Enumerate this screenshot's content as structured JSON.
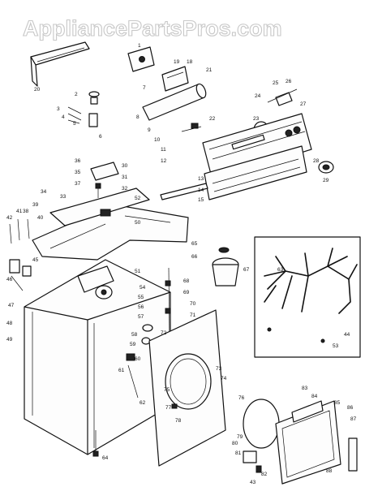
{
  "watermark": "AppliancePartsPros.com",
  "callouts": [
    {
      "id": "c1",
      "text": "20"
    },
    {
      "id": "c2",
      "text": "1"
    },
    {
      "id": "c3",
      "text": "19"
    },
    {
      "id": "c4",
      "text": "18"
    },
    {
      "id": "c5",
      "text": "21"
    },
    {
      "id": "c6",
      "text": "7"
    },
    {
      "id": "c7",
      "text": "2"
    },
    {
      "id": "c8",
      "text": "3"
    },
    {
      "id": "c9",
      "text": "4"
    },
    {
      "id": "c10",
      "text": "5"
    },
    {
      "id": "c11",
      "text": "6"
    },
    {
      "id": "c12",
      "text": "8"
    },
    {
      "id": "c13",
      "text": "9"
    },
    {
      "id": "c14",
      "text": "10"
    },
    {
      "id": "c15",
      "text": "11"
    },
    {
      "id": "c16",
      "text": "22"
    },
    {
      "id": "c17",
      "text": "24"
    },
    {
      "id": "c18",
      "text": "25"
    },
    {
      "id": "c19",
      "text": "26"
    },
    {
      "id": "c20",
      "text": "27"
    },
    {
      "id": "c21",
      "text": "23"
    },
    {
      "id": "c22",
      "text": "28"
    },
    {
      "id": "c23",
      "text": "29"
    },
    {
      "id": "c24",
      "text": "12"
    },
    {
      "id": "c25",
      "text": "13"
    },
    {
      "id": "c26",
      "text": "14"
    },
    {
      "id": "c27",
      "text": "15"
    },
    {
      "id": "c28",
      "text": "36"
    },
    {
      "id": "c29",
      "text": "35"
    },
    {
      "id": "c30",
      "text": "37"
    },
    {
      "id": "c31",
      "text": "30"
    },
    {
      "id": "c32",
      "text": "31"
    },
    {
      "id": "c33",
      "text": "32"
    },
    {
      "id": "c34",
      "text": "34"
    },
    {
      "id": "c35",
      "text": "39"
    },
    {
      "id": "c36",
      "text": "38"
    },
    {
      "id": "c37",
      "text": "33"
    },
    {
      "id": "c38",
      "text": "42"
    },
    {
      "id": "c39",
      "text": "41"
    },
    {
      "id": "c40",
      "text": "40"
    },
    {
      "id": "c41",
      "text": "45"
    },
    {
      "id": "c42",
      "text": "46"
    },
    {
      "id": "c43",
      "text": "47"
    },
    {
      "id": "c44",
      "text": "48"
    },
    {
      "id": "c45",
      "text": "49"
    },
    {
      "id": "c46",
      "text": "50"
    },
    {
      "id": "c47",
      "text": "52"
    },
    {
      "id": "c48",
      "text": "54"
    },
    {
      "id": "c49",
      "text": "55"
    },
    {
      "id": "c50",
      "text": "56"
    },
    {
      "id": "c51",
      "text": "57"
    },
    {
      "id": "c52",
      "text": "58"
    },
    {
      "id": "c53",
      "text": "59"
    },
    {
      "id": "c54",
      "text": "60"
    },
    {
      "id": "c55",
      "text": "61"
    },
    {
      "id": "c56",
      "text": "62"
    },
    {
      "id": "c57",
      "text": "63"
    },
    {
      "id": "c58",
      "text": "64"
    },
    {
      "id": "c59",
      "text": "65"
    },
    {
      "id": "c60",
      "text": "66"
    },
    {
      "id": "c61",
      "text": "67"
    },
    {
      "id": "c62",
      "text": "68"
    },
    {
      "id": "c63",
      "text": "69"
    },
    {
      "id": "c64",
      "text": "70"
    },
    {
      "id": "c65",
      "text": "71"
    },
    {
      "id": "c66",
      "text": "72"
    },
    {
      "id": "c67",
      "text": "73"
    },
    {
      "id": "c68",
      "text": "74"
    },
    {
      "id": "c69",
      "text": "75"
    },
    {
      "id": "c70",
      "text": "76"
    },
    {
      "id": "c71",
      "text": "77"
    },
    {
      "id": "c72",
      "text": "78"
    },
    {
      "id": "c73",
      "text": "79"
    },
    {
      "id": "c74",
      "text": "80"
    },
    {
      "id": "c75",
      "text": "81"
    },
    {
      "id": "c76",
      "text": "82"
    },
    {
      "id": "c77",
      "text": "83"
    },
    {
      "id": "c78",
      "text": "84"
    },
    {
      "id": "c79",
      "text": "85"
    },
    {
      "id": "c80",
      "text": "86"
    },
    {
      "id": "c81",
      "text": "87"
    },
    {
      "id": "c82",
      "text": "88"
    },
    {
      "id": "c83",
      "text": "43"
    },
    {
      "id": "c84",
      "text": "44"
    },
    {
      "id": "c85",
      "text": "53"
    },
    {
      "id": "c86",
      "text": "51"
    }
  ]
}
